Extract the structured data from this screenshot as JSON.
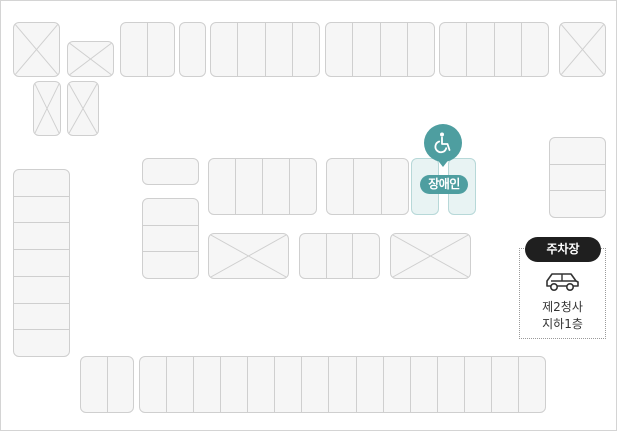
{
  "map": {
    "accessible_label": "장애인",
    "accessible_icon": "wheelchair-icon",
    "accent_color": "#4e9ea0"
  },
  "parking_info": {
    "title": "주차장",
    "icon": "car-icon",
    "location_line1": "제2청사",
    "location_line2": "지하1층",
    "title_color": "#1f1f1f"
  }
}
